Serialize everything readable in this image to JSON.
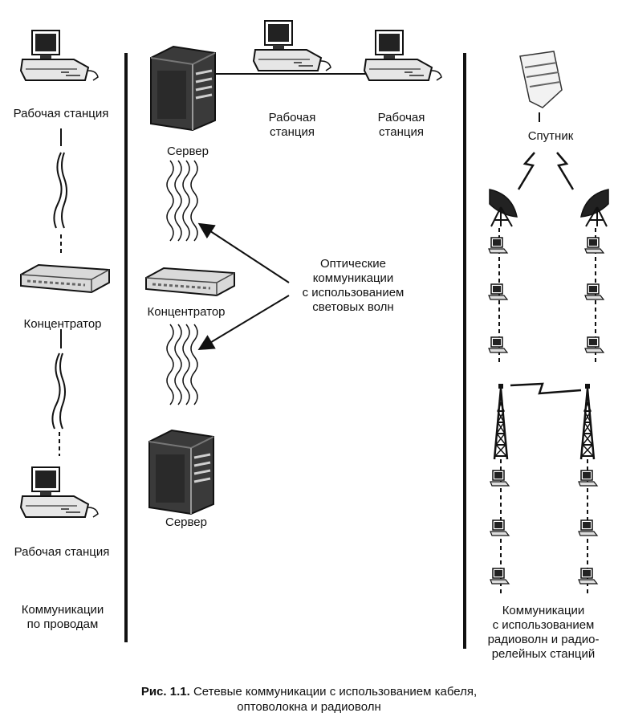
{
  "wired": {
    "top_station": "Рабочая станция",
    "hub": "Концентратор",
    "bottom_station": "Рабочая станция",
    "title_line1": "Коммуникации",
    "title_line2": "по проводам"
  },
  "optical": {
    "server_top": "Сервер",
    "station_a_line1": "Рабочая",
    "station_a_line2": "станция",
    "station_b_line1": "Рабочая",
    "station_b_line2": "станция",
    "hub": "Концентратор",
    "server_bottom": "Сервер",
    "note_line1": "Оптические",
    "note_line2": "коммуникации",
    "note_line3": "с использованием",
    "note_line4": "световых волн"
  },
  "radio": {
    "satellite": "Спутник",
    "title_line1": "Коммуникации",
    "title_line2": "с использованием",
    "title_line3": "радиоволн и радио-",
    "title_line4": "релейных станций"
  },
  "caption": {
    "figure_no": "Рис. 1.1.",
    "line1": "Сетевые коммуникации с использованием кабеля,",
    "line2": "оптоволокна и радиоволн"
  }
}
